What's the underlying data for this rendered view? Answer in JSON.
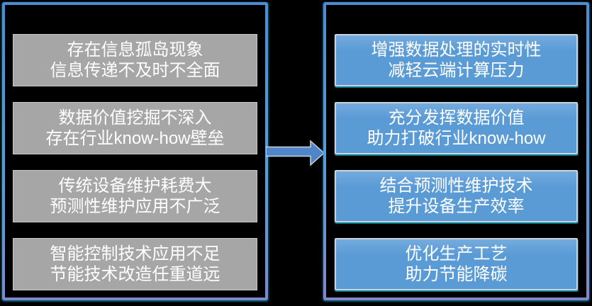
{
  "diagram": {
    "left_panel": {
      "items": [
        {
          "line1": "存在信息孤岛现象",
          "line2": "信息传递不及时不全面"
        },
        {
          "line1": "数据价值挖掘不深入",
          "line2": "存在行业know-how壁垒"
        },
        {
          "line1": "传统设备维护耗费大",
          "line2": "预测性维护应用不广泛"
        },
        {
          "line1": "智能控制技术应用不足",
          "line2": "节能技术改造任重道远"
        }
      ]
    },
    "right_panel": {
      "items": [
        {
          "line1": "增强数据处理的实时性",
          "line2": "减轻云端计算压力"
        },
        {
          "line1": "充分发挥数据价值",
          "line2": "助力打破行业know-how"
        },
        {
          "line1": "结合预测性维护技术",
          "line2": "提升设备生产效率"
        },
        {
          "line1": "优化生产工艺",
          "line2": "助力节能降碳"
        }
      ]
    },
    "connector": {
      "icon": "right-arrow-icon",
      "direction": "right"
    }
  },
  "colors": {
    "background": "#000000",
    "panel_border_top": "#4e8bd2",
    "panel_border_mid": "#5b9bd5",
    "panel_border_bottom": "#8287cc",
    "panel_glow": "#00cfff",
    "problem_box_fill": "#a6a6a6",
    "problem_box_border": "#c3c7cb",
    "solution_box_fill": "#5b9bd5",
    "solution_box_highlight": "#74abde",
    "solution_box_border": "#ccd3da",
    "arrow_fill": "#4e86c8",
    "arrow_outline": "#c9d2dd",
    "text": "#ffffff"
  }
}
